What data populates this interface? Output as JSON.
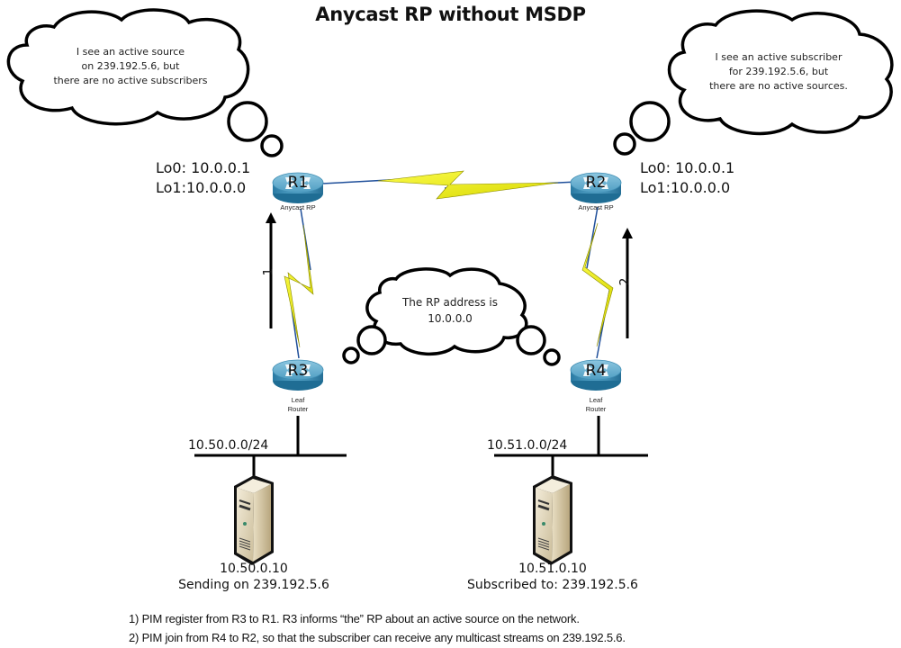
{
  "title": "Anycast RP without MSDP",
  "clouds": {
    "r1_thought": [
      "I see an active source",
      "on  239.192.5.6, but",
      "there are no active subscribers"
    ],
    "r2_thought": [
      "I see an active subscriber",
      "for 239.192.5.6, but",
      "there are no active sources."
    ],
    "rp_thought": [
      "The RP address is",
      "10.0.0.0"
    ]
  },
  "routers": [
    {
      "id": "R1",
      "label": "R1",
      "role": "Anycast RP",
      "lo0": "Lo0: 10.0.0.1",
      "lo1": "Lo1:10.0.0.0"
    },
    {
      "id": "R2",
      "label": "R2",
      "role": "Anycast RP",
      "lo0": "Lo0: 10.0.0.1",
      "lo1": "Lo1:10.0.0.0"
    },
    {
      "id": "R3",
      "label": "R3",
      "role_line1": "Leaf",
      "role_line2": "Router"
    },
    {
      "id": "R4",
      "label": "R4",
      "role_line1": "Leaf",
      "role_line2": "Router"
    }
  ],
  "subnets": [
    "10.50.0.0/24",
    "10.51.0.0/24"
  ],
  "hosts": [
    {
      "ip": "10.50.0.10",
      "desc": "Sending on 239.192.5.6"
    },
    {
      "ip": "10.51.0.10",
      "desc": "Subscribed to: 239.192.5.6"
    }
  ],
  "steps": [
    "1",
    "2"
  ],
  "notes": [
    "1) PIM register from R3 to R1.  R3 informs “the” RP about an active source on the network.",
    "2) PIM join from R4 to R2, so that the subscriber can receive any multicast streams on 239.192.5.6."
  ],
  "colors": {
    "router_top": "#6fb3d2",
    "router_side": "#2e7fa8",
    "link_yellow": "#f2f20a",
    "link_blue": "#1f4f9a",
    "server_beige": "#e7dcc2"
  }
}
